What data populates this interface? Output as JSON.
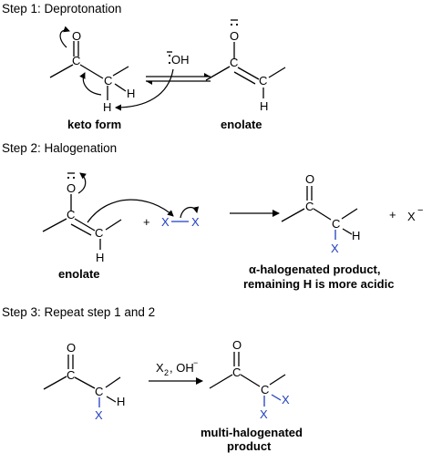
{
  "steps": {
    "step1": "Step 1: Deprotonation",
    "step2": "Step 2: Halogenation",
    "step3": "Step 3: Repeat step 1 and 2"
  },
  "labels": {
    "keto_form": "keto form",
    "enolate": "enolate",
    "enolate2": "enolate",
    "alpha_product_line1": "α-halogenated product,",
    "alpha_product_line2": "remaining H is more acidic",
    "multi_line1": "multi-halogenated",
    "multi_line2": "product"
  },
  "atoms": {
    "O": "O",
    "C": "C",
    "H": "H",
    "X": "X",
    "hydroxide": "OH",
    "plus": "+",
    "x_minus": "X",
    "minus": "−",
    "reagent_x": "X",
    "reagent_sub": "2",
    "reagent_rest": ", OH",
    "reagent_minus": "−"
  },
  "colors": {
    "halogen": "#1f3fbf"
  }
}
